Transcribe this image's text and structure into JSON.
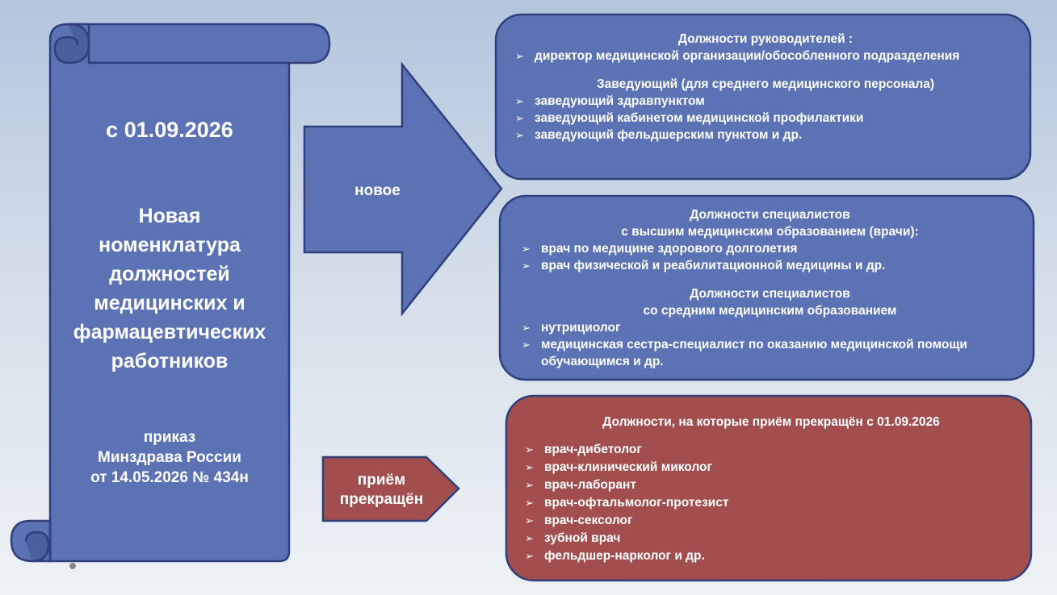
{
  "scroll": {
    "date": "с 01.09.2026",
    "title_lines": [
      "Новая",
      "номенклатура",
      "должностей",
      "медицинских и",
      "фармацевтических",
      "работников"
    ],
    "order_lines": [
      "приказ",
      "Минздрава России",
      "от 14.05.2026 № 434н"
    ]
  },
  "arrows": {
    "new_label": "новое",
    "stopped_lines": [
      "приём",
      "прекращён"
    ]
  },
  "box_managers": {
    "header": "Должности руководителей :",
    "items": [
      "директор медицинской организации/обособленного подразделения"
    ],
    "subheader": "Заведующий (для среднего медицинского персонала)",
    "subitems": [
      "заведующий здравпунктом",
      "заведующий кабинетом медицинской профилактики",
      "заведующий фельдшерским пунктом и др."
    ]
  },
  "box_specialists": {
    "header_lines": [
      "Должности специалистов",
      "с высшим медицинским образованием (врачи):"
    ],
    "items": [
      "врач по медицине здорового долголетия",
      "врач физической и реабилитационной медицины  и др."
    ],
    "subheader_lines": [
      "Должности специалистов",
      "со средним медицинским образованием"
    ],
    "subitems": [
      "нутрициолог",
      "медицинская сестра-специалист по оказанию медицинской помощи обучающимся и др."
    ]
  },
  "box_stopped": {
    "header": "Должности, на которые приём прекращён с 01.09.2026",
    "items": [
      "врач-дибетолог",
      "врач-клинический миколог",
      "врач-лаборант",
      "врач-офтальмолог-протезист",
      "врач-сексолог",
      "зубной врач",
      "фельдшер-нарколог и др."
    ]
  },
  "bullet_glyph": "➢",
  "colors": {
    "blue_fill": "#5b73b5",
    "blue_stroke": "#2f3f7e",
    "red_fill": "#a24e4e",
    "red_stroke": "#2f3f7e",
    "scroll_shadow": "#4a5f9e"
  }
}
